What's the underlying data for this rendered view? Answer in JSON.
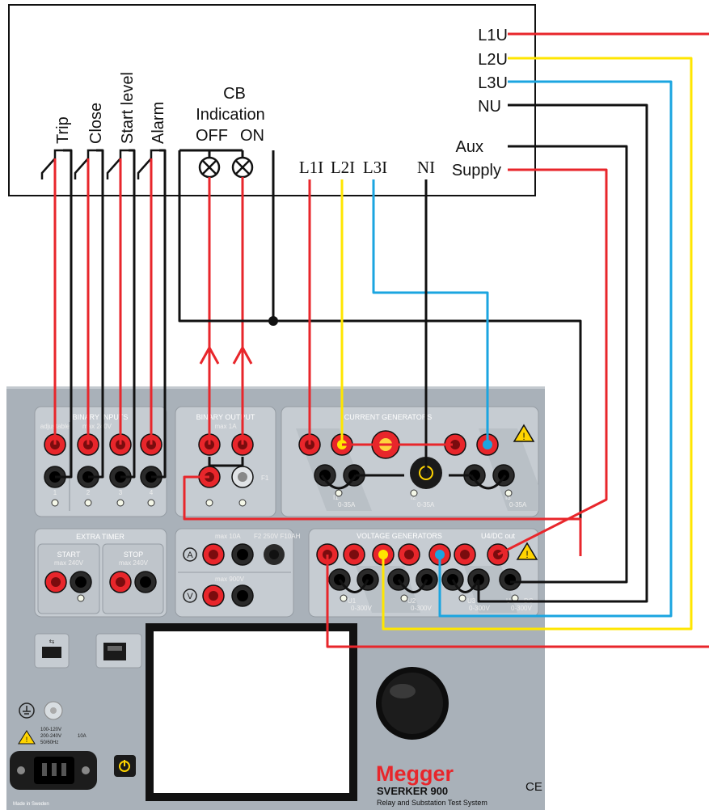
{
  "relay": {
    "outputs": [
      "Trip",
      "Close",
      "Start level",
      "Alarm"
    ],
    "cb_title": "CB",
    "cb_sub": "Indication",
    "cb_off": "OFF",
    "cb_on": "ON",
    "currents": [
      "L1I",
      "L2I",
      "L3I",
      "NI"
    ],
    "voltages": [
      "L1U",
      "L2U",
      "L3U",
      "NU"
    ],
    "aux1": "Aux",
    "aux2": "Supply"
  },
  "panel": {
    "binary_inputs": "BINARY INPUTS",
    "adjustable": "adjustable",
    "bi_max": "max 240V",
    "bi_nums": [
      "1",
      "2",
      "3",
      "4"
    ],
    "binary_output": "BINARY OUTPUT",
    "bo_max": "max 1A",
    "f1": "F1",
    "current_generators": "CURRENT GENERATORS",
    "i1": "I1",
    "i2": "I2",
    "i3": "I3",
    "i_range": "0-35A",
    "extra_timer": "EXTRA TIMER",
    "start": "START",
    "stop": "STOP",
    "start_max": "max 240V",
    "stop_max": "max 240V",
    "amp_max": "max 10A",
    "fuse": "F2 250V F10AH",
    "volt_max": "max 900V",
    "voltage_generators": "VOLTAGE GENERATORS",
    "u4dc": "U4/DC out",
    "u1": "U1",
    "u2": "U2",
    "u3": "U3",
    "u4": "U4",
    "u_range": "0-300V",
    "dc": "DC",
    "mains1": "100-120V",
    "mains2": "200-240V",
    "mains3": "50/60Hz",
    "mains_fuse": "10A",
    "made_in": "Made in Sweden",
    "brand": "Megger",
    "model": "SVERKER 900",
    "model_sub": "Relay and Substation Test System",
    "ce": "CE"
  },
  "colors": {
    "red": "#e8262b",
    "yellow": "#ffe600",
    "blue": "#1ba5e0",
    "black": "#111111",
    "panel": "#a9b1b9",
    "group": "#c6ccd2"
  }
}
